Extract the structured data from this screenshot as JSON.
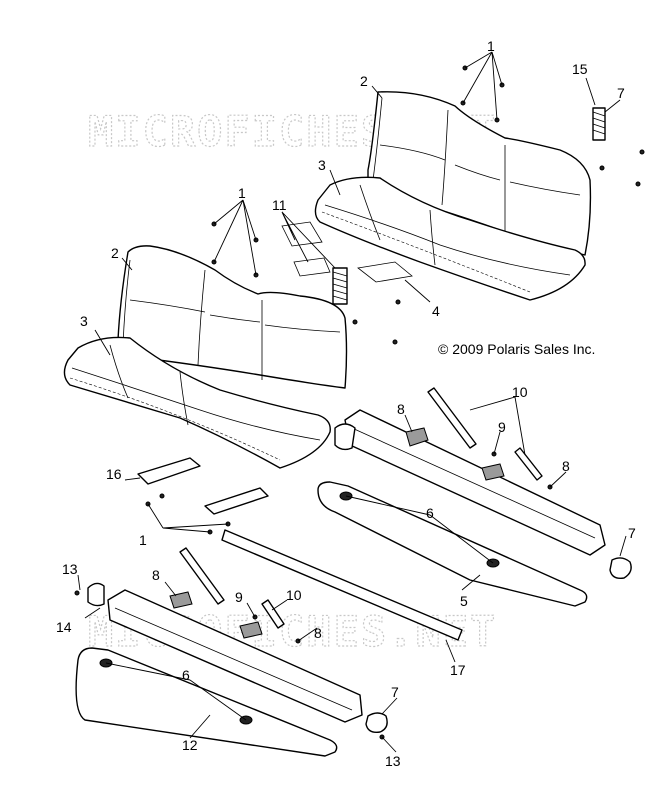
{
  "watermark": "MICROFICHES.NET",
  "copyright": "© 2009 Polaris Sales Inc.",
  "callouts": {
    "c1a": "1",
    "c1b": "1",
    "c1c": "1",
    "c2a": "2",
    "c2b": "2",
    "c3a": "3",
    "c3b": "3",
    "c4": "4",
    "c5": "5",
    "c6a": "6",
    "c6b": "6",
    "c7a": "7",
    "c7b": "7",
    "c7c": "7",
    "c8a": "8",
    "c8b": "8",
    "c8c": "8",
    "c8d": "8",
    "c9a": "9",
    "c9b": "9",
    "c10a": "10",
    "c10b": "10",
    "c11": "11",
    "c12": "12",
    "c13a": "13",
    "c13b": "13",
    "c14": "14",
    "c15": "15",
    "c16": "16",
    "c17": "17"
  }
}
